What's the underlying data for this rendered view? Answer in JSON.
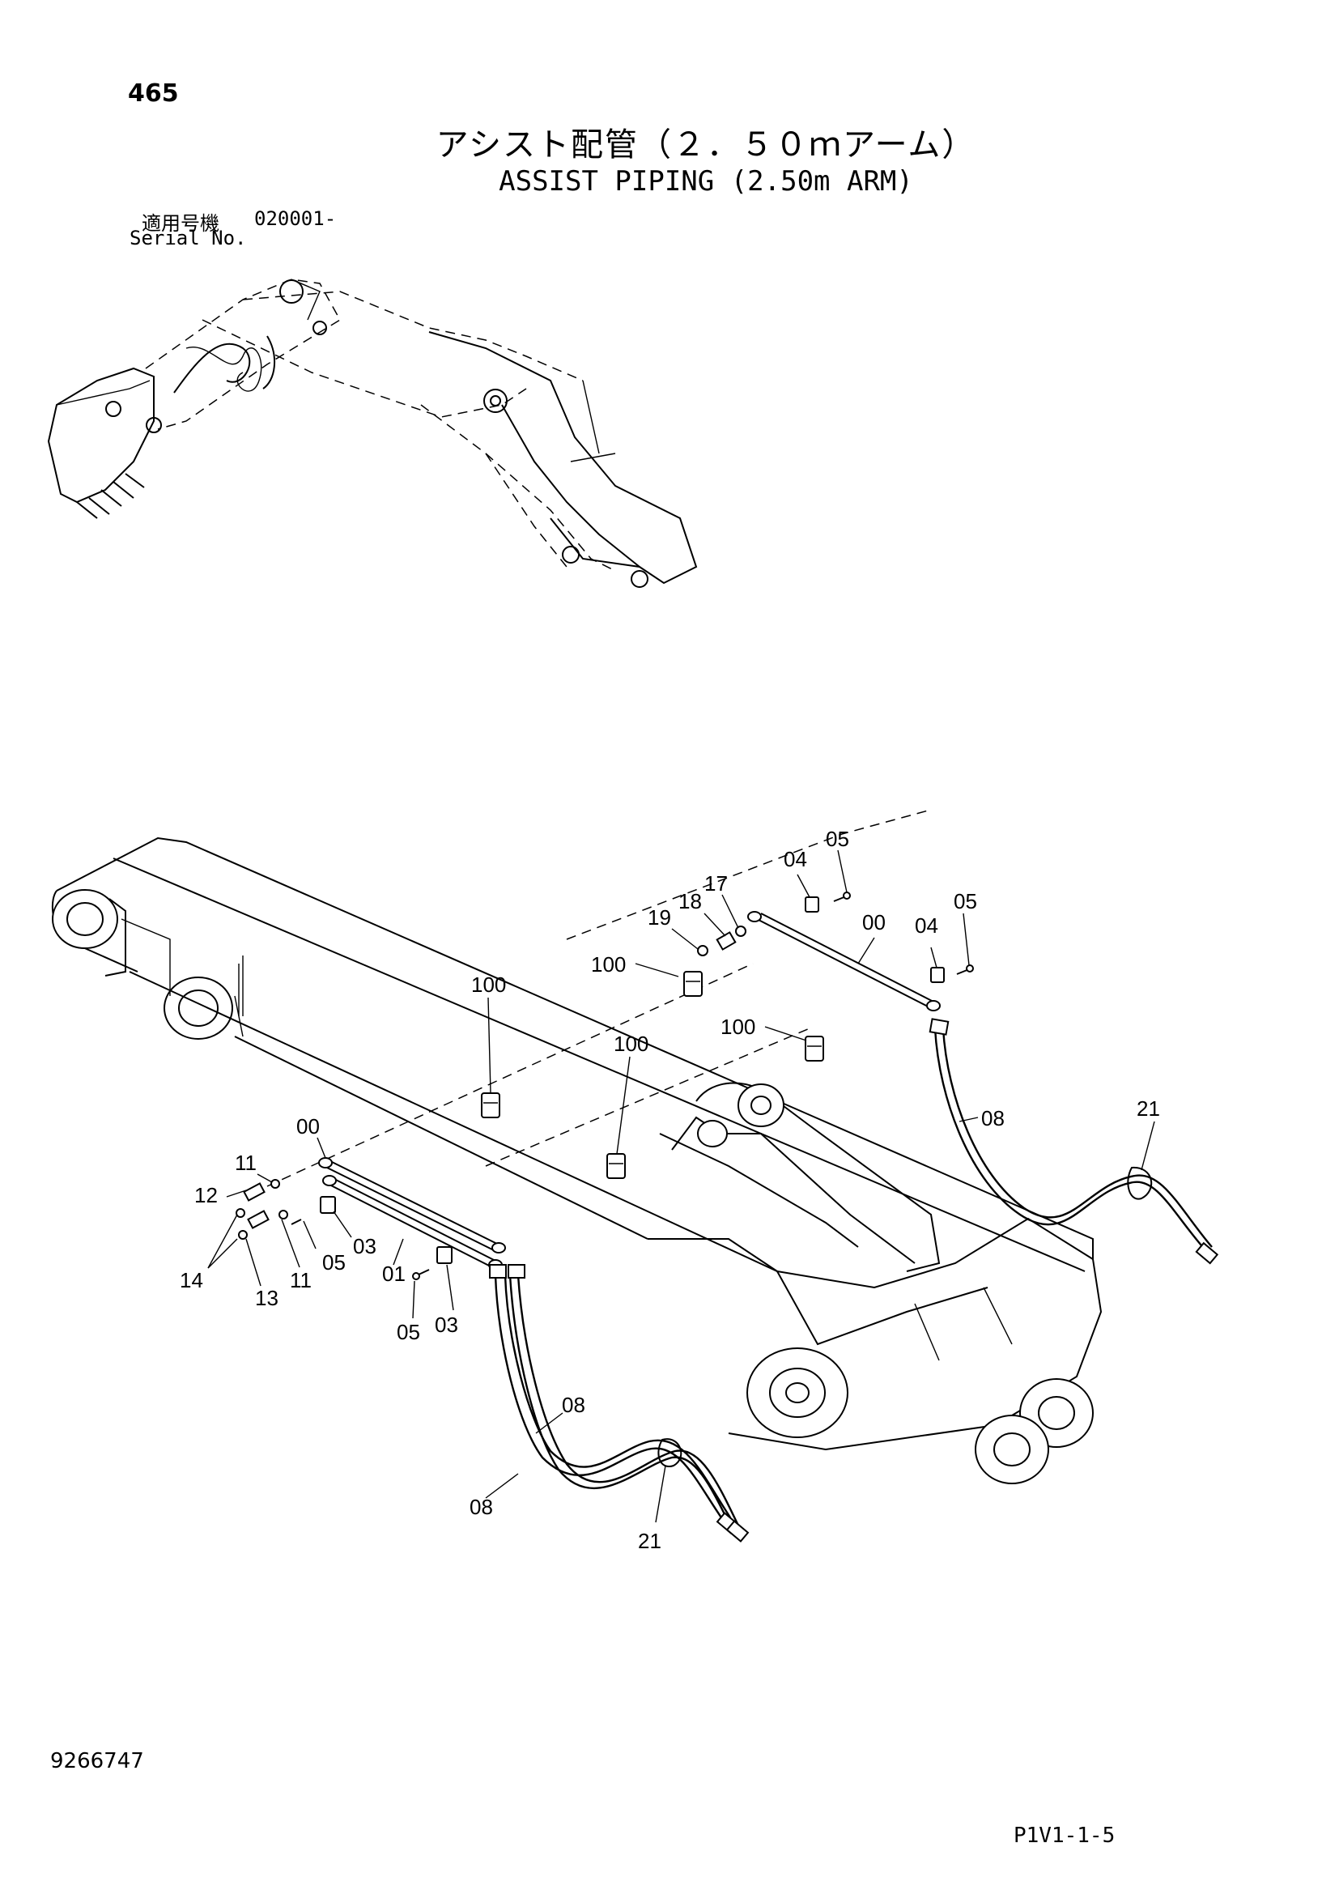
{
  "page": {
    "number": "465",
    "title_jp": "アシスト配管（２．５０ｍアーム）",
    "title_en": "ASSIST PIPING (2.50m ARM)",
    "serial_label_jp": "適用号機",
    "serial_label_en": "Serial No.",
    "serial_value": "020001-",
    "document_number": "9266747",
    "page_code": "P1V1-1-5"
  },
  "callouts": {
    "c05_top": "05",
    "c04_top": "04",
    "c17": "17",
    "c18": "18",
    "c19": "19",
    "c00_right": "00",
    "c04_right": "04",
    "c05_right": "05",
    "c100_a": "100",
    "c100_b": "100",
    "c100_c": "100",
    "c100_d": "100",
    "c08_right": "08",
    "c21_right": "21",
    "c00_left": "00",
    "c11_top": "11",
    "c12": "12",
    "c14": "14",
    "c13": "13",
    "c11_bottom": "11",
    "c05_mid": "05",
    "c03_mid": "03",
    "c01": "01",
    "c05_low": "05",
    "c03_low": "03",
    "c08_upper": "08",
    "c08_lower": "08",
    "c21_lower": "21"
  }
}
